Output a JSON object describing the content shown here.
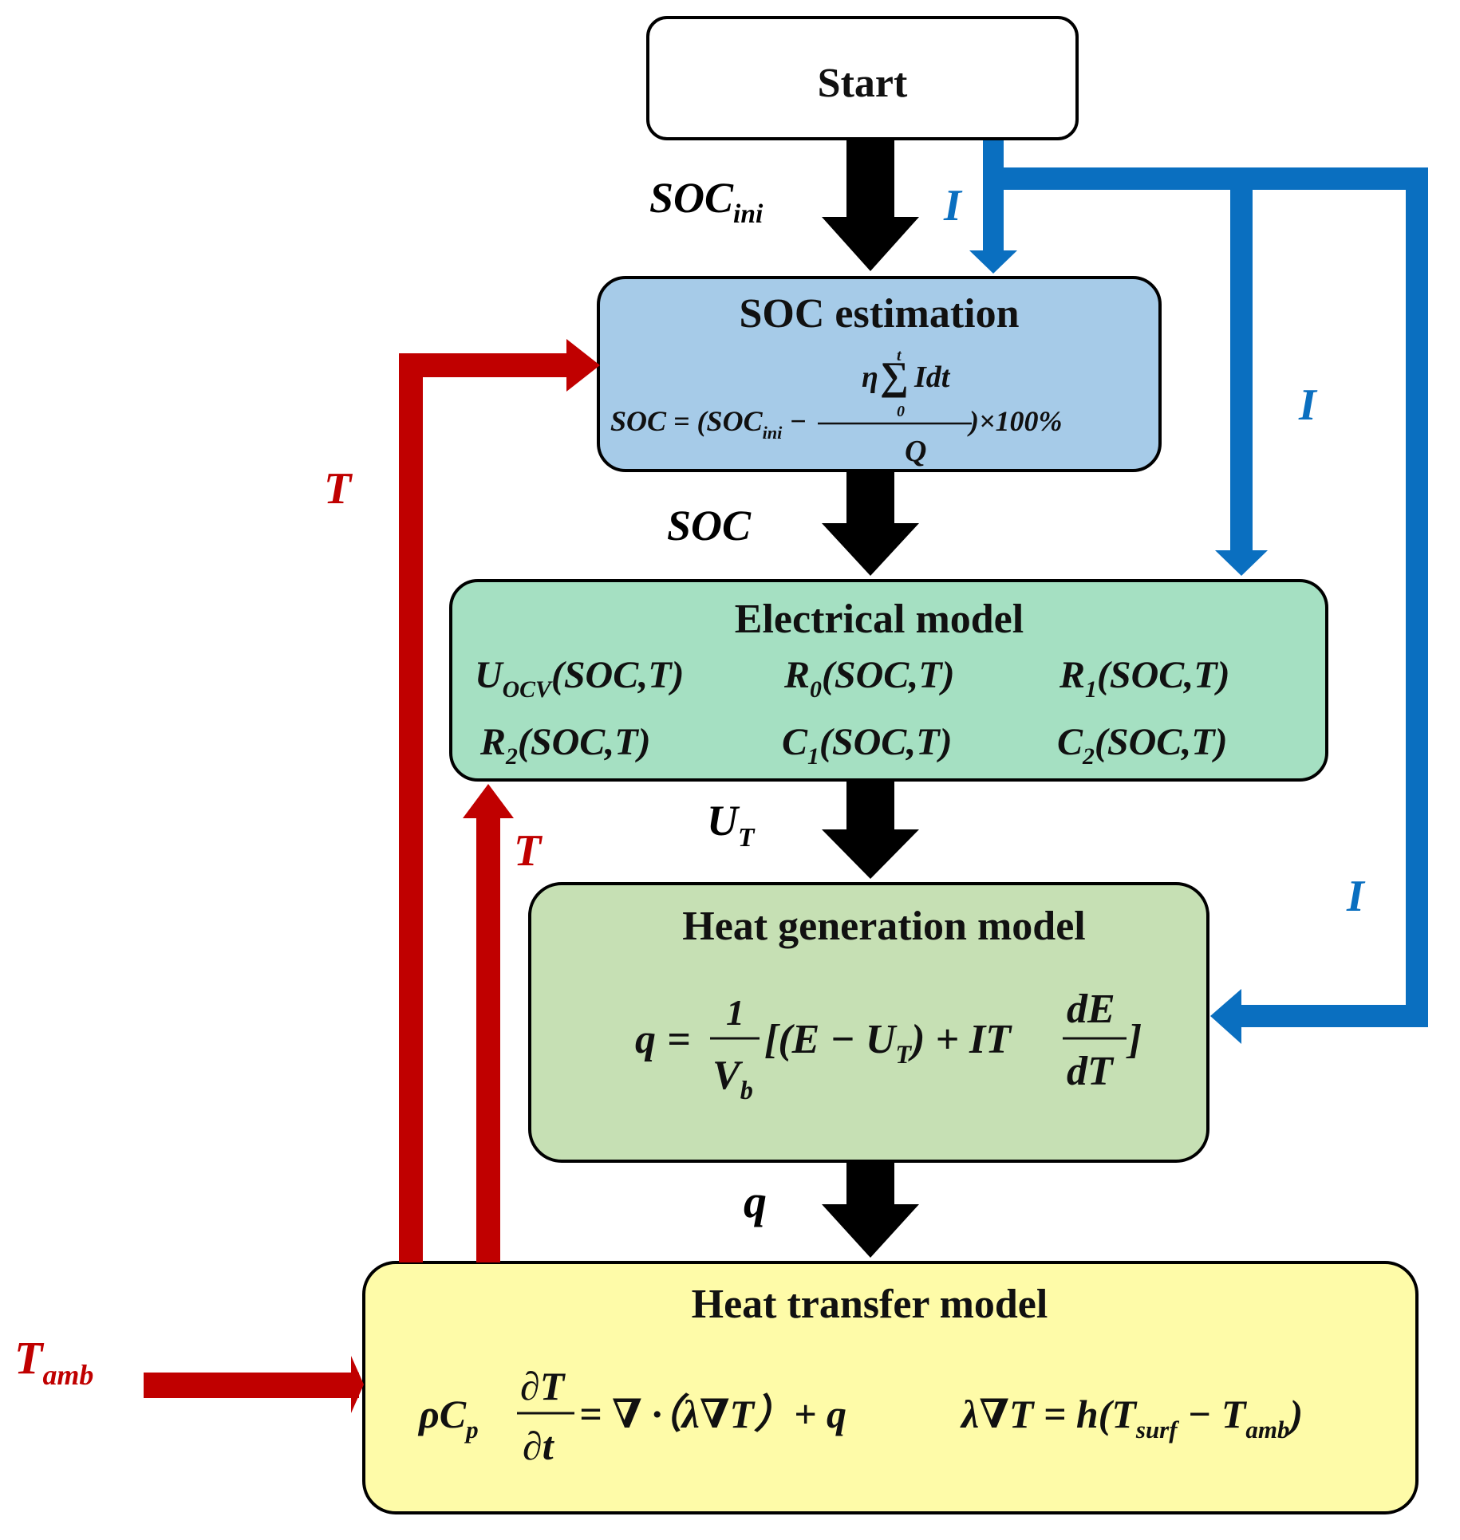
{
  "start": {
    "title": "Start"
  },
  "soc_estimation": {
    "title": "SOC estimation",
    "eq_soc": "SOC",
    "eq_soc_ini": "SOC",
    "eq_ini_sub": "ini",
    "eta": "η",
    "sigma": "∑",
    "sum_upper": "t",
    "sum_lower": "0",
    "sum_term": "Idt",
    "denominator": "Q",
    "percent": ")×100%"
  },
  "electrical_model": {
    "title": "Electrical model",
    "params": [
      {
        "base": "U",
        "sub": "OCV",
        "args": "(SOC,T)"
      },
      {
        "base": "R",
        "sub": "0",
        "args": "(SOC,T)"
      },
      {
        "base": "R",
        "sub": "1",
        "args": "(SOC,T)"
      },
      {
        "base": "R",
        "sub": "2",
        "args": "(SOC,T)"
      },
      {
        "base": "C",
        "sub": "1",
        "args": "(SOC,T)"
      },
      {
        "base": "C",
        "sub": "2",
        "args": "(SOC,T)"
      }
    ]
  },
  "heat_generation_model": {
    "title": "Heat generation model",
    "q": "q",
    "one": "1",
    "vb": "V",
    "vb_sub": "b",
    "bracket_mid": "[(E − U",
    "ut_sub": "T",
    "after_ut": ") + IT",
    "dE": "dE",
    "dT": "dT",
    "close": "]"
  },
  "heat_transfer_model": {
    "title": "Heat transfer model",
    "rho_c": "ρC",
    "p_sub": "p",
    "dT": "∂T",
    "dt": "∂t",
    "rhs": "= ∇ ·（λ∇T）+ q",
    "bc_left": "λ∇T = h(T",
    "surf_sub": "surf",
    "minus_t": " − T",
    "amb_sub": "amb",
    "bc_close": ")"
  },
  "flow_labels": {
    "soc_ini": {
      "base": "SOC",
      "sub": "ini"
    },
    "soc": "SOC",
    "ut": {
      "base": "U",
      "sub": "T"
    },
    "q": "q",
    "i_top": "I",
    "i_mid": "I",
    "i_low": "I",
    "t_outer": "T",
    "t_inner": "T",
    "t_amb": {
      "base": "T",
      "sub": "amb"
    }
  },
  "colors": {
    "current_arrow": "#0a6fc0",
    "temperature_arrow": "#c00000",
    "main_arrow": "#000000",
    "soc_box": "#a6cbe8",
    "electrical_box": "#a5e0c2",
    "heat_gen_box": "#c6e0b4",
    "heat_transfer_box": "#fefba8"
  }
}
